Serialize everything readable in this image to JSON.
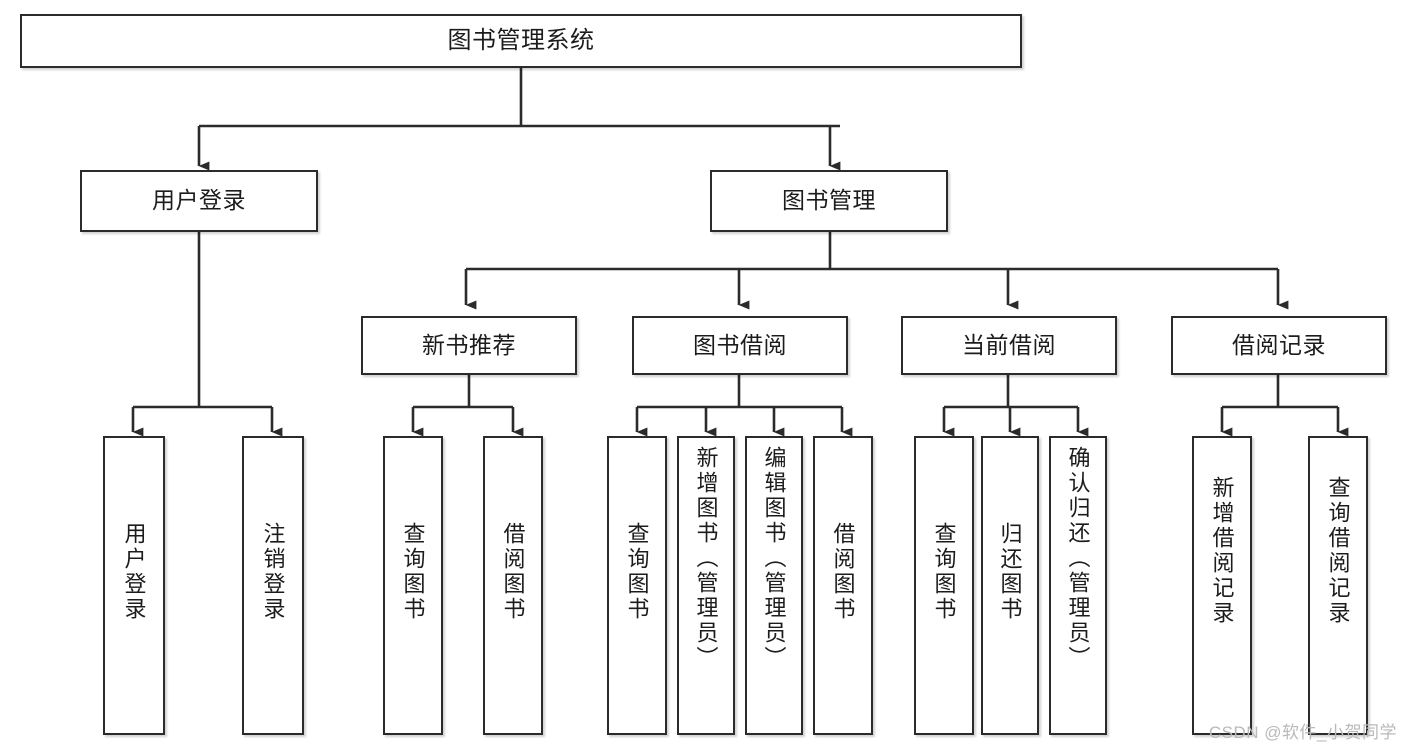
{
  "diagram": {
    "title": "图书管理系统",
    "type": "功能结构图",
    "watermark": "CSDN @软件_小贺同学",
    "colors": {
      "stroke": "#2b2b2b",
      "fill": "#ffffff",
      "text": "#1c1c1c",
      "watermark": "#b9b9b9"
    },
    "nodes": {
      "root": {
        "label": "图书管理系统"
      },
      "level1": [
        {
          "id": "user-login",
          "label": "用户登录"
        },
        {
          "id": "book-management",
          "label": "图书管理"
        }
      ],
      "level2": [
        {
          "id": "new-book-recommend",
          "label": "新书推荐"
        },
        {
          "id": "book-borrow",
          "label": "图书借阅"
        },
        {
          "id": "current-borrow",
          "label": "当前借阅"
        },
        {
          "id": "borrow-record",
          "label": "借阅记录"
        }
      ],
      "leaves": {
        "user_login": [
          {
            "id": "leaf-user-login",
            "label": "用户登录"
          },
          {
            "id": "leaf-logout-login",
            "label": "注销登录"
          }
        ],
        "new_book_recommend": [
          {
            "id": "leaf-query-book-1",
            "label": "查询图书"
          },
          {
            "id": "leaf-borrow-book-1",
            "label": "借阅图书"
          }
        ],
        "book_borrow": [
          {
            "id": "leaf-query-book-2",
            "label": "查询图书"
          },
          {
            "id": "leaf-add-book",
            "label": "新增图书（管理员）"
          },
          {
            "id": "leaf-edit-book",
            "label": "编辑图书（管理员）"
          },
          {
            "id": "leaf-borrow-book-2",
            "label": "借阅图书"
          }
        ],
        "current_borrow": [
          {
            "id": "leaf-query-book-3",
            "label": "查询图书"
          },
          {
            "id": "leaf-return-book",
            "label": "归还图书"
          },
          {
            "id": "leaf-confirm-return",
            "label": "确认归还（管理员）"
          }
        ],
        "borrow_record": [
          {
            "id": "leaf-add-record",
            "label": "新增借阅记录"
          },
          {
            "id": "leaf-query-record",
            "label": "查询借阅记录"
          }
        ]
      }
    }
  }
}
